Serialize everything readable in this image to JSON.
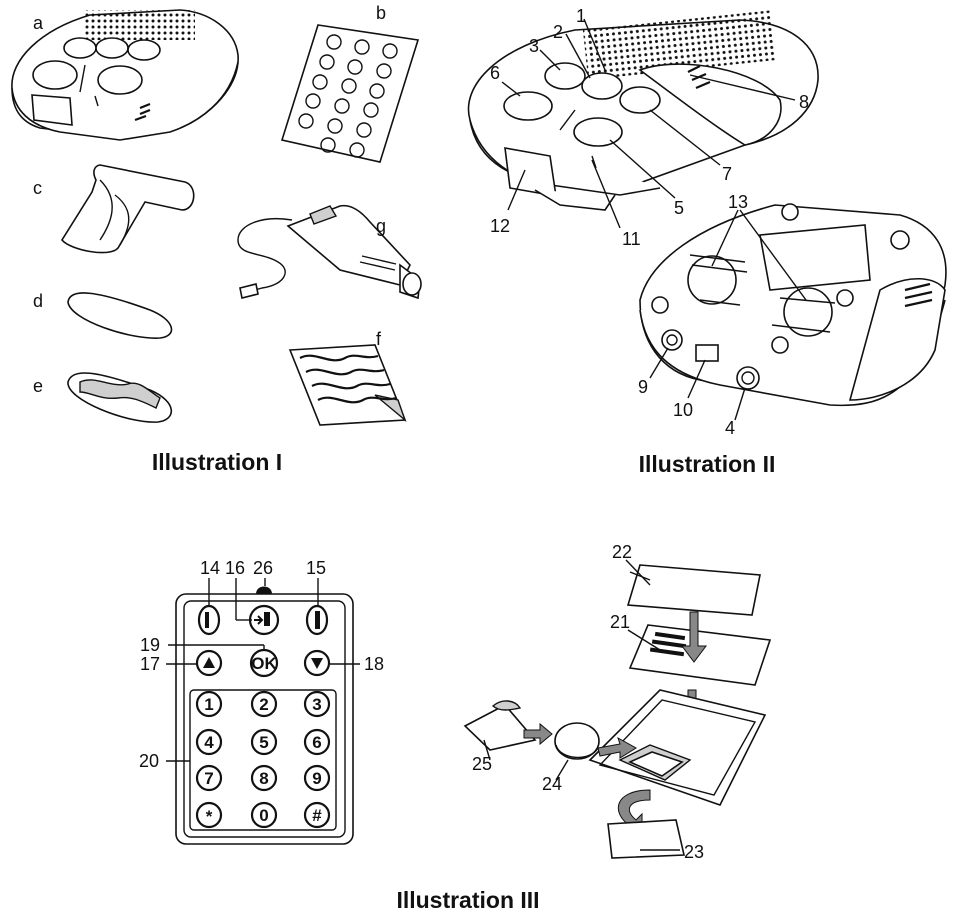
{
  "illustrations": [
    {
      "title": "Illustration I"
    },
    {
      "title": "Illustration II"
    },
    {
      "title": "Illustration III"
    }
  ],
  "ill1_labels": [
    "a",
    "b",
    "c",
    "d",
    "e",
    "f",
    "g"
  ],
  "ill2_labels": [
    "1",
    "2",
    "3",
    "4",
    "5",
    "6",
    "7",
    "8",
    "9",
    "10",
    "11",
    "12",
    "13"
  ],
  "ill3_labels": [
    "14",
    "15",
    "16",
    "17",
    "18",
    "19",
    "20",
    "21",
    "22",
    "23",
    "24",
    "25",
    "26"
  ],
  "remote_keys": [
    "1",
    "2",
    "3",
    "4",
    "5",
    "6",
    "7",
    "8",
    "9",
    "*",
    "0",
    "#"
  ],
  "ok_key": "OK"
}
